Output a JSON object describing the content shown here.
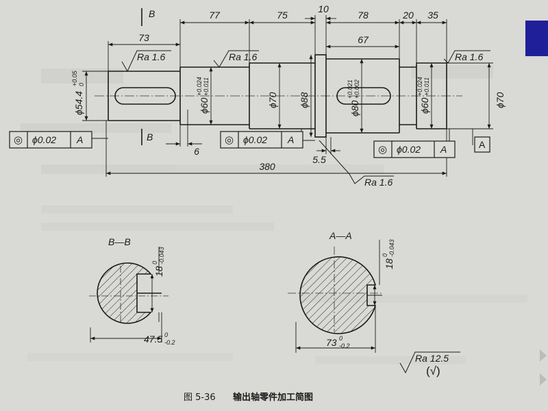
{
  "caption": {
    "fig_no": "图 5-36",
    "title": "输出轴零件加工简图"
  },
  "dims": {
    "top": [
      "77",
      "75",
      "10",
      "78",
      "20",
      "35"
    ],
    "d73": "73",
    "d67": "67",
    "d6": "6",
    "d55": "5.5",
    "d380": "380"
  },
  "roughness": [
    "Ra 1.6",
    "Ra 1.6",
    "Ra 1.6",
    "Ra 1.6",
    "Ra 12.5"
  ],
  "diameters": {
    "d54": "ϕ54.4",
    "d54_tol_up": "+0.05",
    "d54_tol_lo": "0",
    "d60": "ϕ60",
    "d60_tol_up": "+0.024",
    "d60_tol_lo": "+0.011",
    "d70": "ϕ70",
    "d88": "ϕ88",
    "d80": "ϕ80",
    "d80_tol_up": "+0.021",
    "d80_tol_lo": "+0.002",
    "d60b": "ϕ60",
    "d60b_tol_up": "+0.024",
    "d60b_tol_lo": "+0.011",
    "d70b": "ϕ70"
  },
  "section_labels": {
    "bb_top": "B",
    "bb_bot": "B",
    "bb_title": "B—B",
    "aa_title": "A—A",
    "datum": "A"
  },
  "fcf": [
    {
      "symbol": "◎",
      "tol": "ϕ0.02",
      "datum": "A"
    },
    {
      "symbol": "◎",
      "tol": "ϕ0.02",
      "datum": "A"
    },
    {
      "symbol": "◎",
      "tol": "ϕ0.02",
      "datum": "A"
    }
  ],
  "sections": {
    "bb_key": "18",
    "bb_key_tol_up": "0",
    "bb_key_tol_lo": "-0.043",
    "bb_depth": "47.5",
    "bb_depth_tol_up": "0",
    "bb_depth_tol_lo": "-0.2",
    "aa_key": "18",
    "aa_key_tol_up": "0",
    "aa_key_tol_lo": "-0.043",
    "aa_depth": "73",
    "aa_depth_tol_up": "0",
    "aa_depth_tol_lo": "-0.2"
  },
  "rest": "(√)"
}
